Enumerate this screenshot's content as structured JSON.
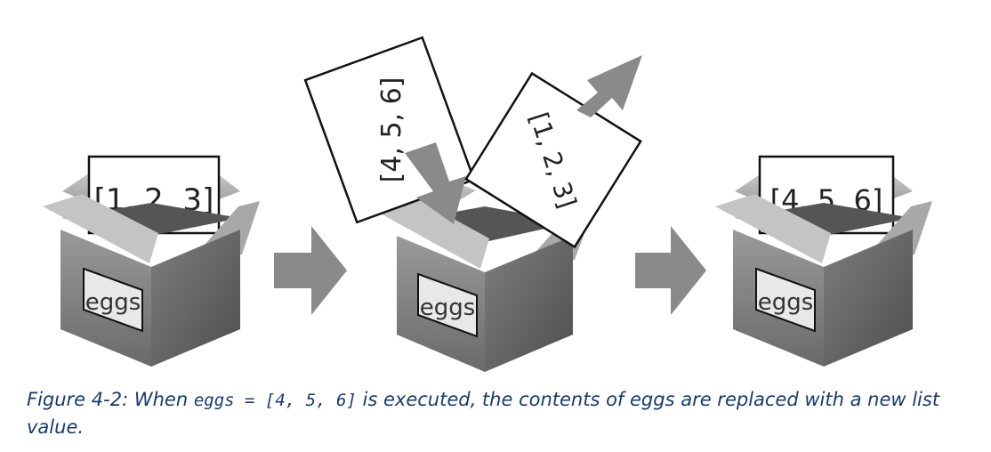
{
  "boxes": [
    {
      "label": "eggs"
    },
    {
      "label": "eggs"
    },
    {
      "label": "eggs"
    }
  ],
  "cards": {
    "left_in_box": "[1, 2, 3]",
    "middle_incoming": "[4, 5, 6]",
    "middle_outgoing": "[1, 2, 3]",
    "right_in_box": "[4, 5, 6]"
  },
  "caption": {
    "prefix": "Figure 4-2: When ",
    "code": "eggs = [4, 5, 6]",
    "middle": " is executed, the contents of ",
    "variable": "eggs",
    "suffix": " are replaced with a new list value."
  },
  "colors": {
    "box_front": "#8c8c8c",
    "box_side": "#6e6e6e",
    "box_flap_light": "#b5b5b5",
    "box_inside": "#5a5a5a",
    "arrow": "#8a8a8a",
    "caption_text": "#1a3a6b"
  }
}
